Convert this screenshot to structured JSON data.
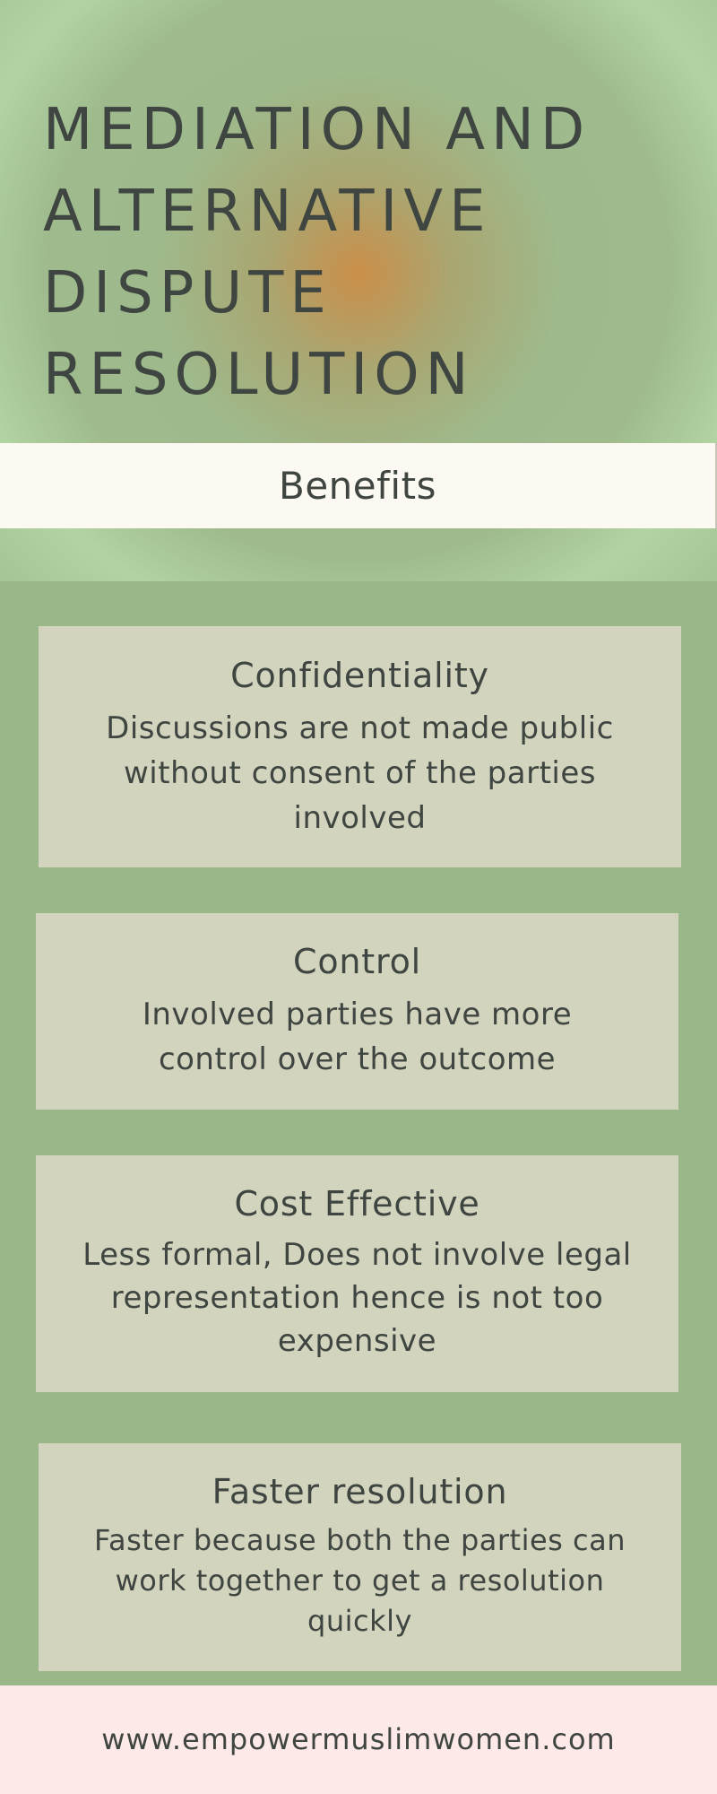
{
  "header": {
    "title": "MEDIATION AND ALTERNATIVE DISPUTE RESOLUTION"
  },
  "benefits": {
    "heading": "Benefits",
    "items": [
      {
        "title": "Confidentiality",
        "text": "Discussions are not made public without consent of the parties involved"
      },
      {
        "title": "Control",
        "text": "Involved parties have more control over the outcome"
      },
      {
        "title": "Cost Effective",
        "text": "Less formal, Does not involve legal representation hence is not too expensive"
      },
      {
        "title": "Faster resolution",
        "text": "Faster because both the parties can work together to get a resolution quickly"
      }
    ]
  },
  "footer": {
    "website": "www.empowermuslimwomen.com"
  },
  "colors": {
    "page_green": "#9ab78a",
    "card_beige": "#d2d4be",
    "band_cream": "#fcf9f3",
    "footer_pink": "#fde9e8",
    "text_dark": "#3f4540",
    "accent_orange": "#cd8c46"
  }
}
